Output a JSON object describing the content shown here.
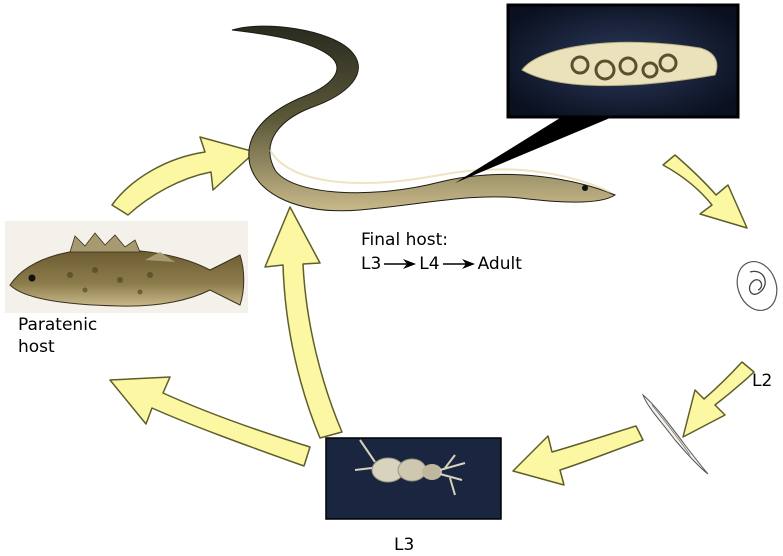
{
  "labels": {
    "final_host": "Final host:",
    "stage_l3": "L3",
    "stage_l4": "L4",
    "stage_adult": "Adult",
    "paratenic_host": "Paratenic host",
    "l2": "L2",
    "l3_bottom": "L3"
  },
  "icons": {
    "cycle_arrow": "curved-arrow-icon",
    "stage_arrow": "right-arrow-icon",
    "eel": "eel-image",
    "fish": "fish-image",
    "copepod": "copepod-image",
    "egg": "egg-image",
    "larva": "larva-image",
    "swim_bladder": "swim-bladder-inset-image"
  },
  "colors": {
    "cycle_arrow_fill": "#fbf7a3",
    "cycle_arrow_stroke": "#5e5e2a",
    "inset_bg": "#0c0c20",
    "copepod_bg": "#1a2540"
  }
}
